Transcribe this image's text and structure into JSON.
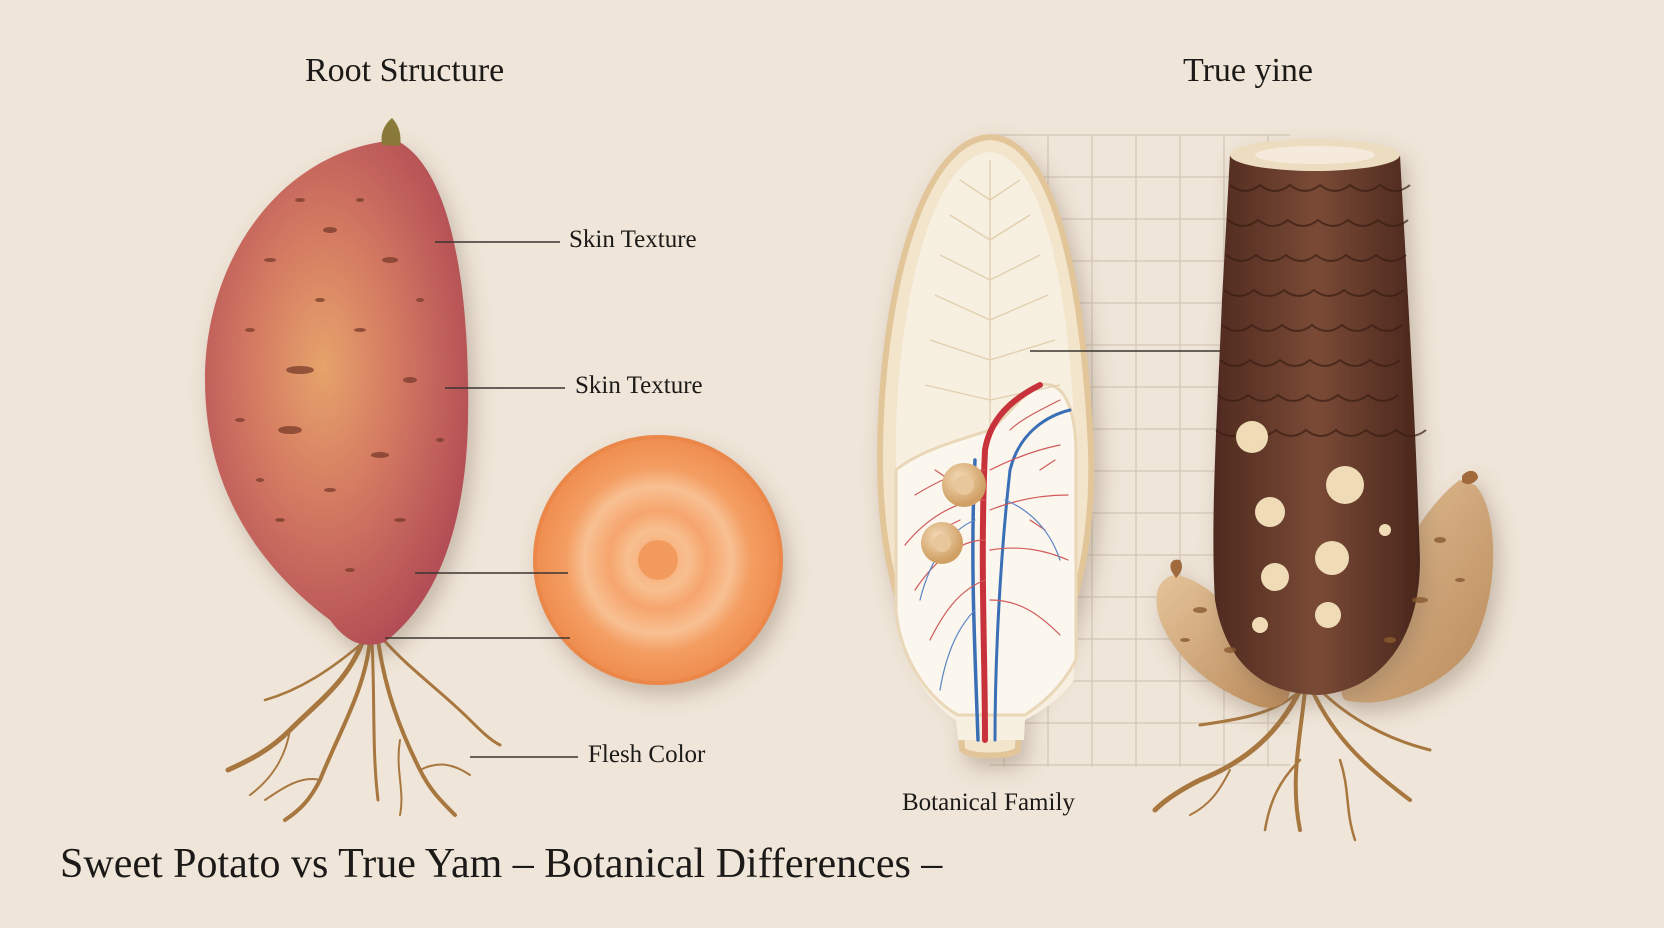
{
  "diagram": {
    "left_heading": "Root Structure",
    "right_heading": "True yine",
    "callouts": {
      "skin_texture_1": "Skin Texture",
      "skin_texture_2": "Skin Texture",
      "flesh_color": "Flesh Color",
      "botanical_family": "Botanical Family"
    },
    "title": "Sweet Potato vs True Yam – Botanical Differences –"
  },
  "colors": {
    "background": "#efe5d8",
    "sweet_potato_skin": "#c25e5c",
    "sweet_potato_flesh": "#f5a56a",
    "yam_bark": "#6b3d2c",
    "yam_tuber": "#d9b48a",
    "vein_red": "#c8323a",
    "vein_blue": "#3a6fb5",
    "root": "#a7773f"
  }
}
